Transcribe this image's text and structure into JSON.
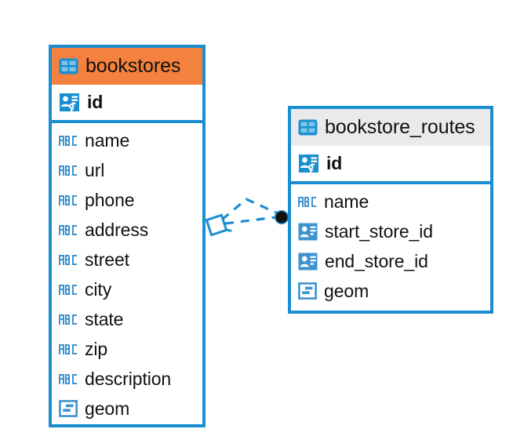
{
  "diagram": {
    "type": "entity-relationship-diagram",
    "background": "#ffffff",
    "accent_color": "#1a8fd0",
    "highlight_color": "#f5813e",
    "header_grey": "#eaeaea"
  },
  "entities": [
    {
      "name": "bookstores",
      "header_style": "orange",
      "header_icon": "table-icon",
      "primary_keys": [
        {
          "label": "id",
          "icon": "primary-key-icon",
          "type": "pk"
        }
      ],
      "fields": [
        {
          "label": "name",
          "icon": "abc-text-icon",
          "type": "text"
        },
        {
          "label": "url",
          "icon": "abc-text-icon",
          "type": "text"
        },
        {
          "label": "phone",
          "icon": "abc-text-icon",
          "type": "text"
        },
        {
          "label": "address",
          "icon": "abc-text-icon",
          "type": "text"
        },
        {
          "label": "street",
          "icon": "abc-text-icon",
          "type": "text"
        },
        {
          "label": "city",
          "icon": "abc-text-icon",
          "type": "text"
        },
        {
          "label": "state",
          "icon": "abc-text-icon",
          "type": "text"
        },
        {
          "label": "zip",
          "icon": "abc-text-icon",
          "type": "text"
        },
        {
          "label": "description",
          "icon": "abc-text-icon",
          "type": "text"
        },
        {
          "label": "geom",
          "icon": "geometry-icon",
          "type": "geometry"
        }
      ]
    },
    {
      "name": "bookstore_routes",
      "header_style": "grey",
      "header_icon": "table-icon",
      "primary_keys": [
        {
          "label": "id",
          "icon": "primary-key-icon",
          "type": "pk"
        }
      ],
      "fields": [
        {
          "label": "name",
          "icon": "abc-text-icon",
          "type": "text"
        },
        {
          "label": "start_store_id",
          "icon": "foreign-key-icon",
          "type": "fk"
        },
        {
          "label": "end_store_id",
          "icon": "foreign-key-icon",
          "type": "fk"
        },
        {
          "label": "geom",
          "icon": "geometry-icon",
          "type": "geometry"
        }
      ]
    }
  ],
  "relationship": {
    "style": "dashed",
    "color": "#1a8fd0",
    "source_marker": "diamond-marker",
    "target_marker": "filled-dot-marker",
    "line_count": 2
  }
}
